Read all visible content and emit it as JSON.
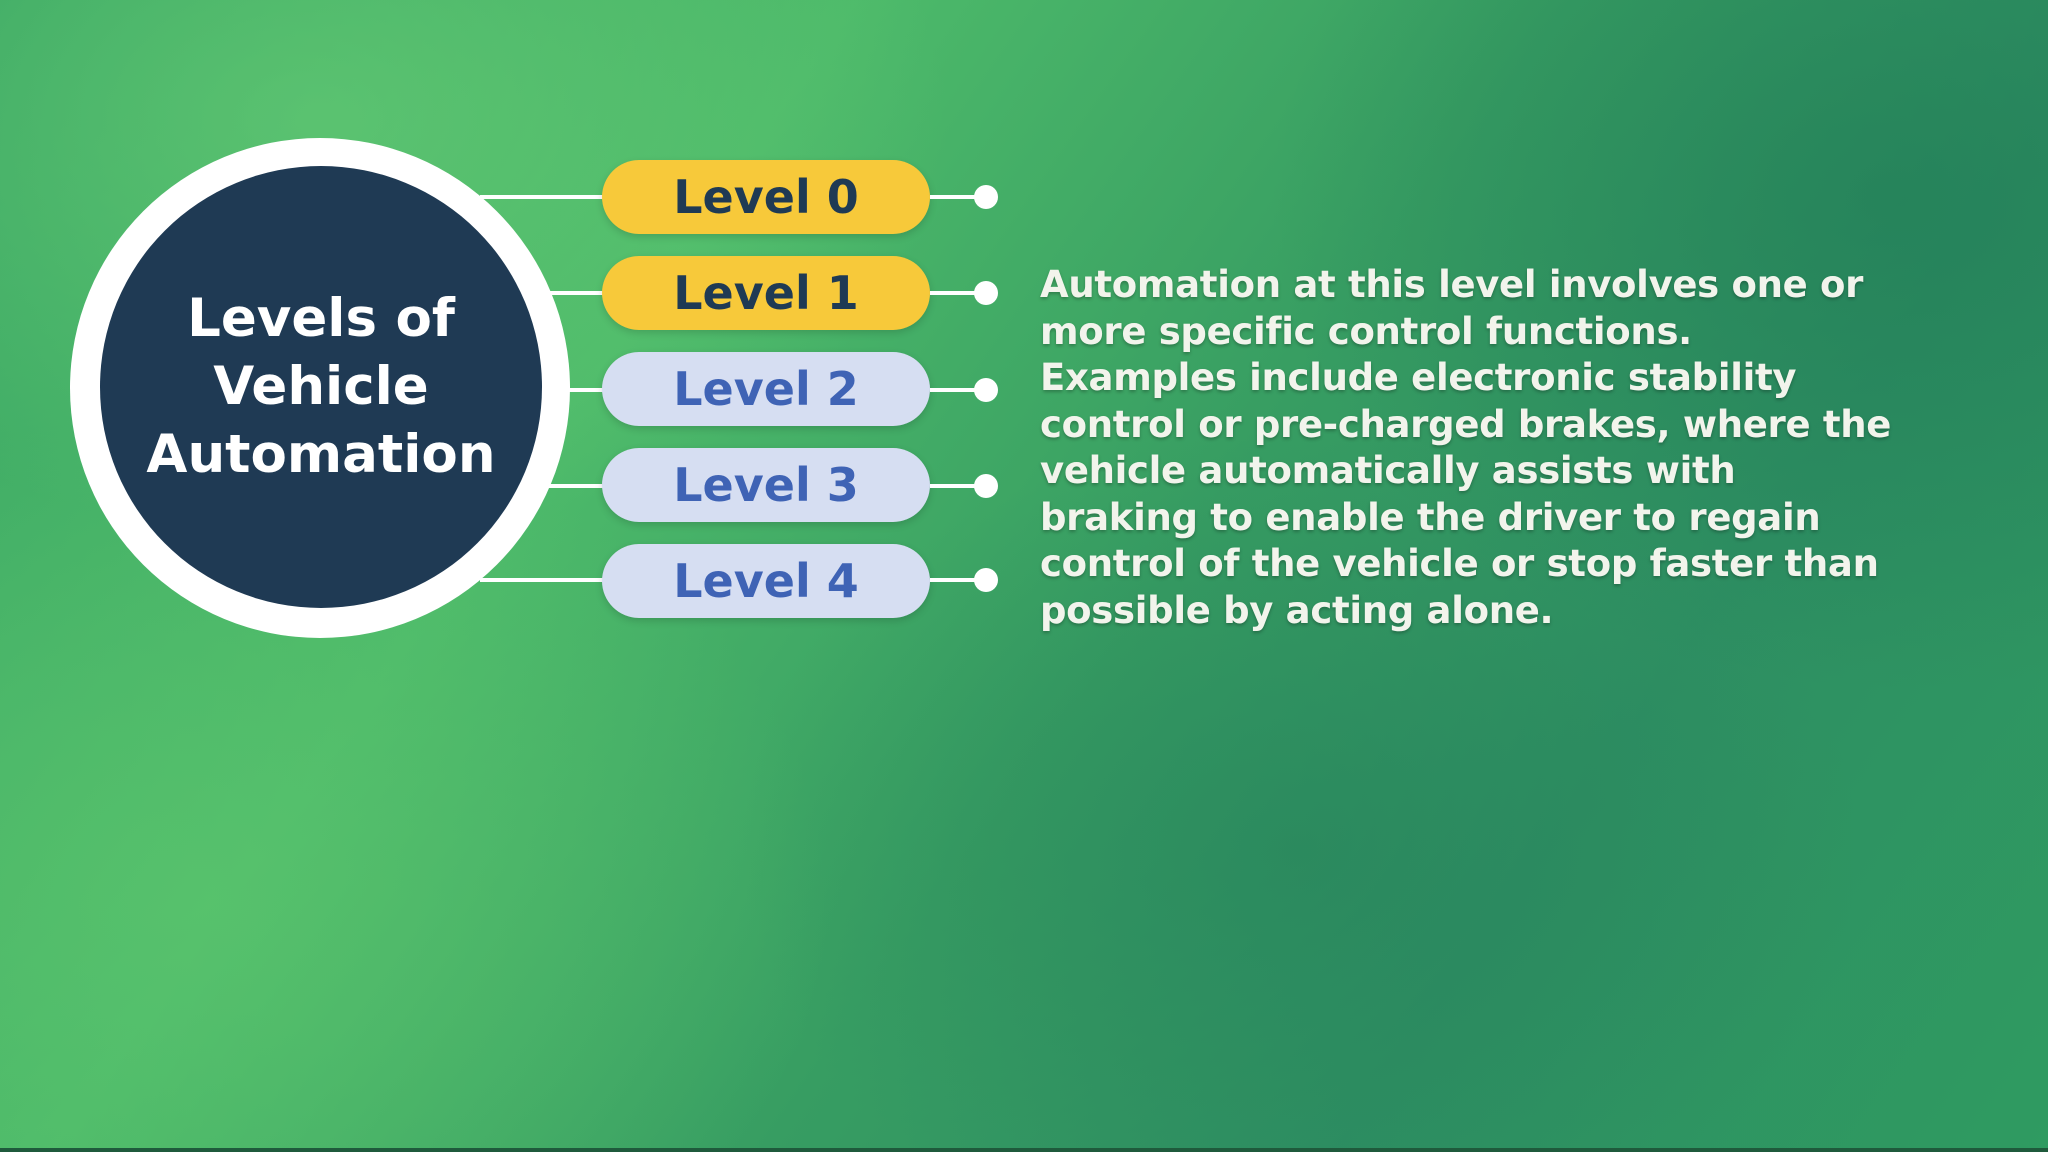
{
  "hub": {
    "title_line1": "Levels of",
    "title_line2": "Vehicle",
    "title_line3": "Automation"
  },
  "levels": [
    {
      "label": "Level 0",
      "highlighted": true
    },
    {
      "label": "Level 1",
      "highlighted": true
    },
    {
      "label": "Level 2",
      "highlighted": false
    },
    {
      "label": "Level 3",
      "highlighted": false
    },
    {
      "label": "Level 4",
      "highlighted": false
    }
  ],
  "description": {
    "lines": [
      "Automation at this level involves one or",
      "more specific control functions.",
      "Examples include electronic stability",
      "control or pre-charged brakes, where the",
      "vehicle automatically assists with",
      "braking to enable the driver to regain",
      "control of the vehicle or stop faster than",
      "possible by acting alone."
    ]
  },
  "colors": {
    "hub_fill": "#1f3a54",
    "hub_ring": "#ffffff",
    "active_pill": "#f7c93a",
    "inactive_pill": "#d6def2",
    "inactive_text": "#3f63b5",
    "description_text": "#f2f4ec"
  }
}
